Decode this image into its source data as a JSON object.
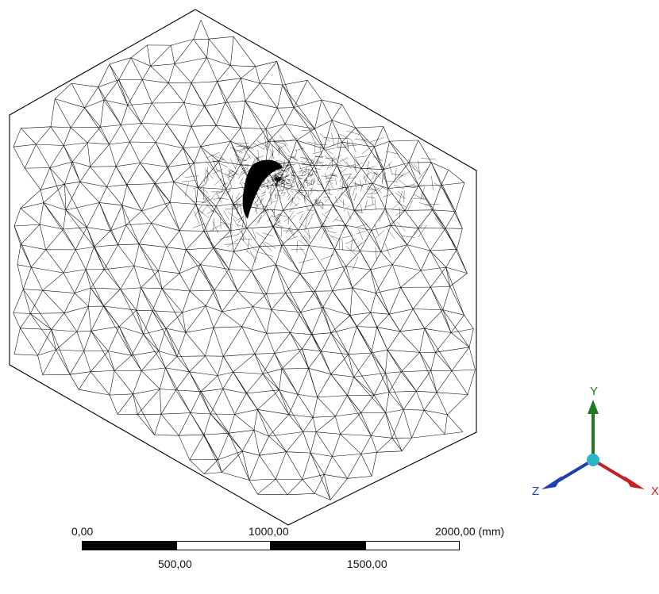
{
  "viewport": {
    "mesh_description_icon": "tetrahedral-mesh-box",
    "mesh_color": "#000000",
    "background": "#ffffff"
  },
  "triad": {
    "x_label": "X",
    "y_label": "Y",
    "z_label": "Z",
    "x_color": "#c8201e",
    "y_color": "#1f7a1f",
    "z_color": "#1f3fb8",
    "origin_color": "#28b6c8"
  },
  "scale": {
    "top_labels": [
      "0,00",
      "1000,00",
      "2000,00 (mm)"
    ],
    "bottom_labels": [
      "500,00",
      "1500,00"
    ],
    "segment_colors": [
      "#000000",
      "#ffffff",
      "#000000",
      "#ffffff"
    ]
  }
}
